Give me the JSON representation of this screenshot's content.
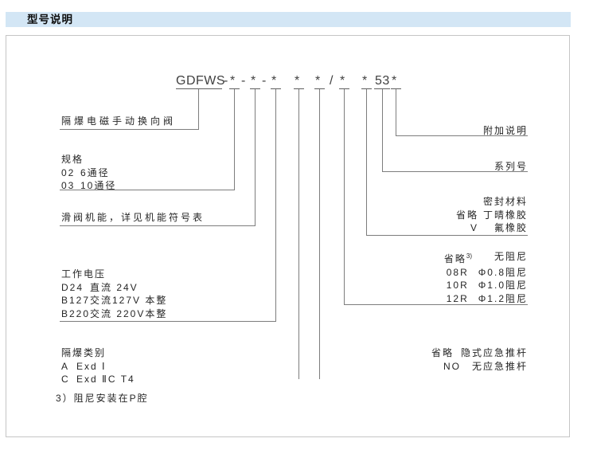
{
  "header": {
    "title": "型号说明"
  },
  "model_code": {
    "base": "GDFWS",
    "dash1": "-",
    "star1": "*",
    "dash2": "-",
    "star2": "*",
    "dash3": "-",
    "star3": "*",
    "star4": "*",
    "star5": "*",
    "slash": "/",
    "star6": "*",
    "star7": "*",
    "series": "53",
    "star8": "*"
  },
  "left_sections": {
    "valve_type": {
      "label": "隔爆电磁手动换向阀"
    },
    "spec": {
      "title": "规格",
      "items": [
        {
          "code": "02",
          "desc": "6通径"
        },
        {
          "code": "03",
          "desc": "10通径"
        }
      ]
    },
    "spool_function": {
      "label": "滑阀机能，详见机能符号表"
    },
    "voltage": {
      "title": "工作电压",
      "items": [
        {
          "code": "D24",
          "desc": "直流 24V"
        },
        {
          "code": "B127",
          "desc": "交流127V 本整"
        },
        {
          "code": "B220",
          "desc": "交流 220V本整"
        }
      ]
    },
    "explosion_class": {
      "title": "隔爆类别",
      "items": [
        {
          "code": "A",
          "desc": "Exd Ⅰ"
        },
        {
          "code": "C",
          "desc": "Exd ⅡC T4"
        }
      ]
    },
    "footnote": "3）阻尼安装在P腔"
  },
  "right_sections": {
    "additional": {
      "label": "附加说明"
    },
    "series_no": {
      "label": "系列号"
    },
    "seal": {
      "title": "密封材料",
      "items": [
        {
          "code": "省略",
          "desc": "丁晴橡胶"
        },
        {
          "code": "V",
          "desc": "氟橡胶"
        }
      ]
    },
    "damping": {
      "items": [
        {
          "code": "省略",
          "sup": "3)",
          "desc": "无阻尼"
        },
        {
          "code": "08R",
          "sup": "",
          "desc": "Φ0.8阻尼"
        },
        {
          "code": "10R",
          "sup": "",
          "desc": "Φ1.0阻尼"
        },
        {
          "code": "12R",
          "sup": "",
          "desc": "Φ1.2阻尼"
        }
      ]
    },
    "push_rod": {
      "items": [
        {
          "code": "省略",
          "desc": "隐式应急推杆"
        },
        {
          "code": "NO",
          "desc": "无应急推杆"
        }
      ]
    }
  }
}
